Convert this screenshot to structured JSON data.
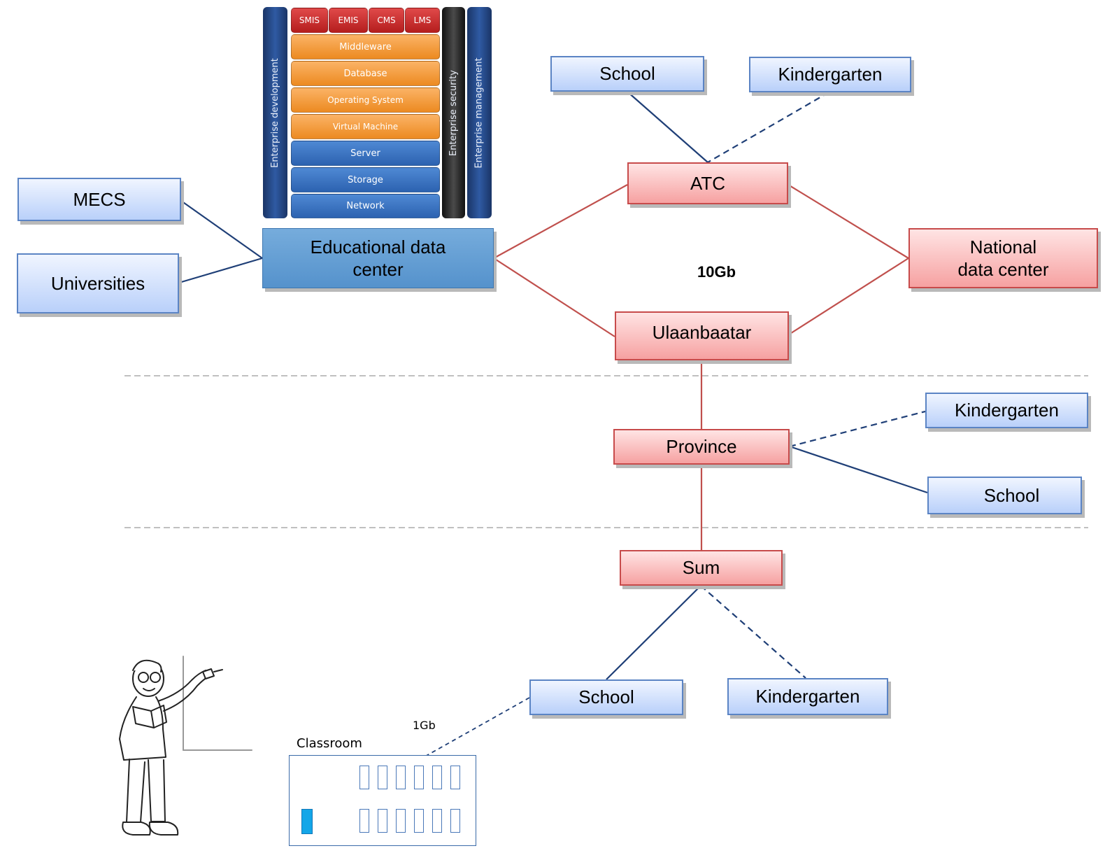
{
  "stack": {
    "apps": [
      "SMIS",
      "EMIS",
      "CMS",
      "LMS"
    ],
    "layers": [
      "Middleware",
      "Database",
      "Operating System",
      "Virtual Machine",
      "Server",
      "Storage",
      "Network"
    ],
    "side_left": "Enterprise development",
    "side_security": "Enterprise security",
    "side_management": "Enterprise management"
  },
  "nodes": {
    "mecs": "MECS",
    "universities": "Universities",
    "edc": "Educational data center",
    "atc": "ATC",
    "ndc": "National data center",
    "ulaanbaatar": "Ulaanbaatar",
    "province": "Province",
    "sum": "Sum",
    "school_top": "School",
    "kindergarten_top": "Kindergarten",
    "kindergarten_prov": "Kindergarten",
    "school_prov": "School",
    "school_sum": "School",
    "kindergarten_sum": "Kindergarten"
  },
  "labels": {
    "bandwidth_main": "10Gb",
    "bandwidth_local": "1Gb",
    "classroom": "Classroom"
  },
  "colors": {
    "blue_line": "#1f3f77",
    "red_line": "#c0504d",
    "divider": "#9a9a9a"
  }
}
